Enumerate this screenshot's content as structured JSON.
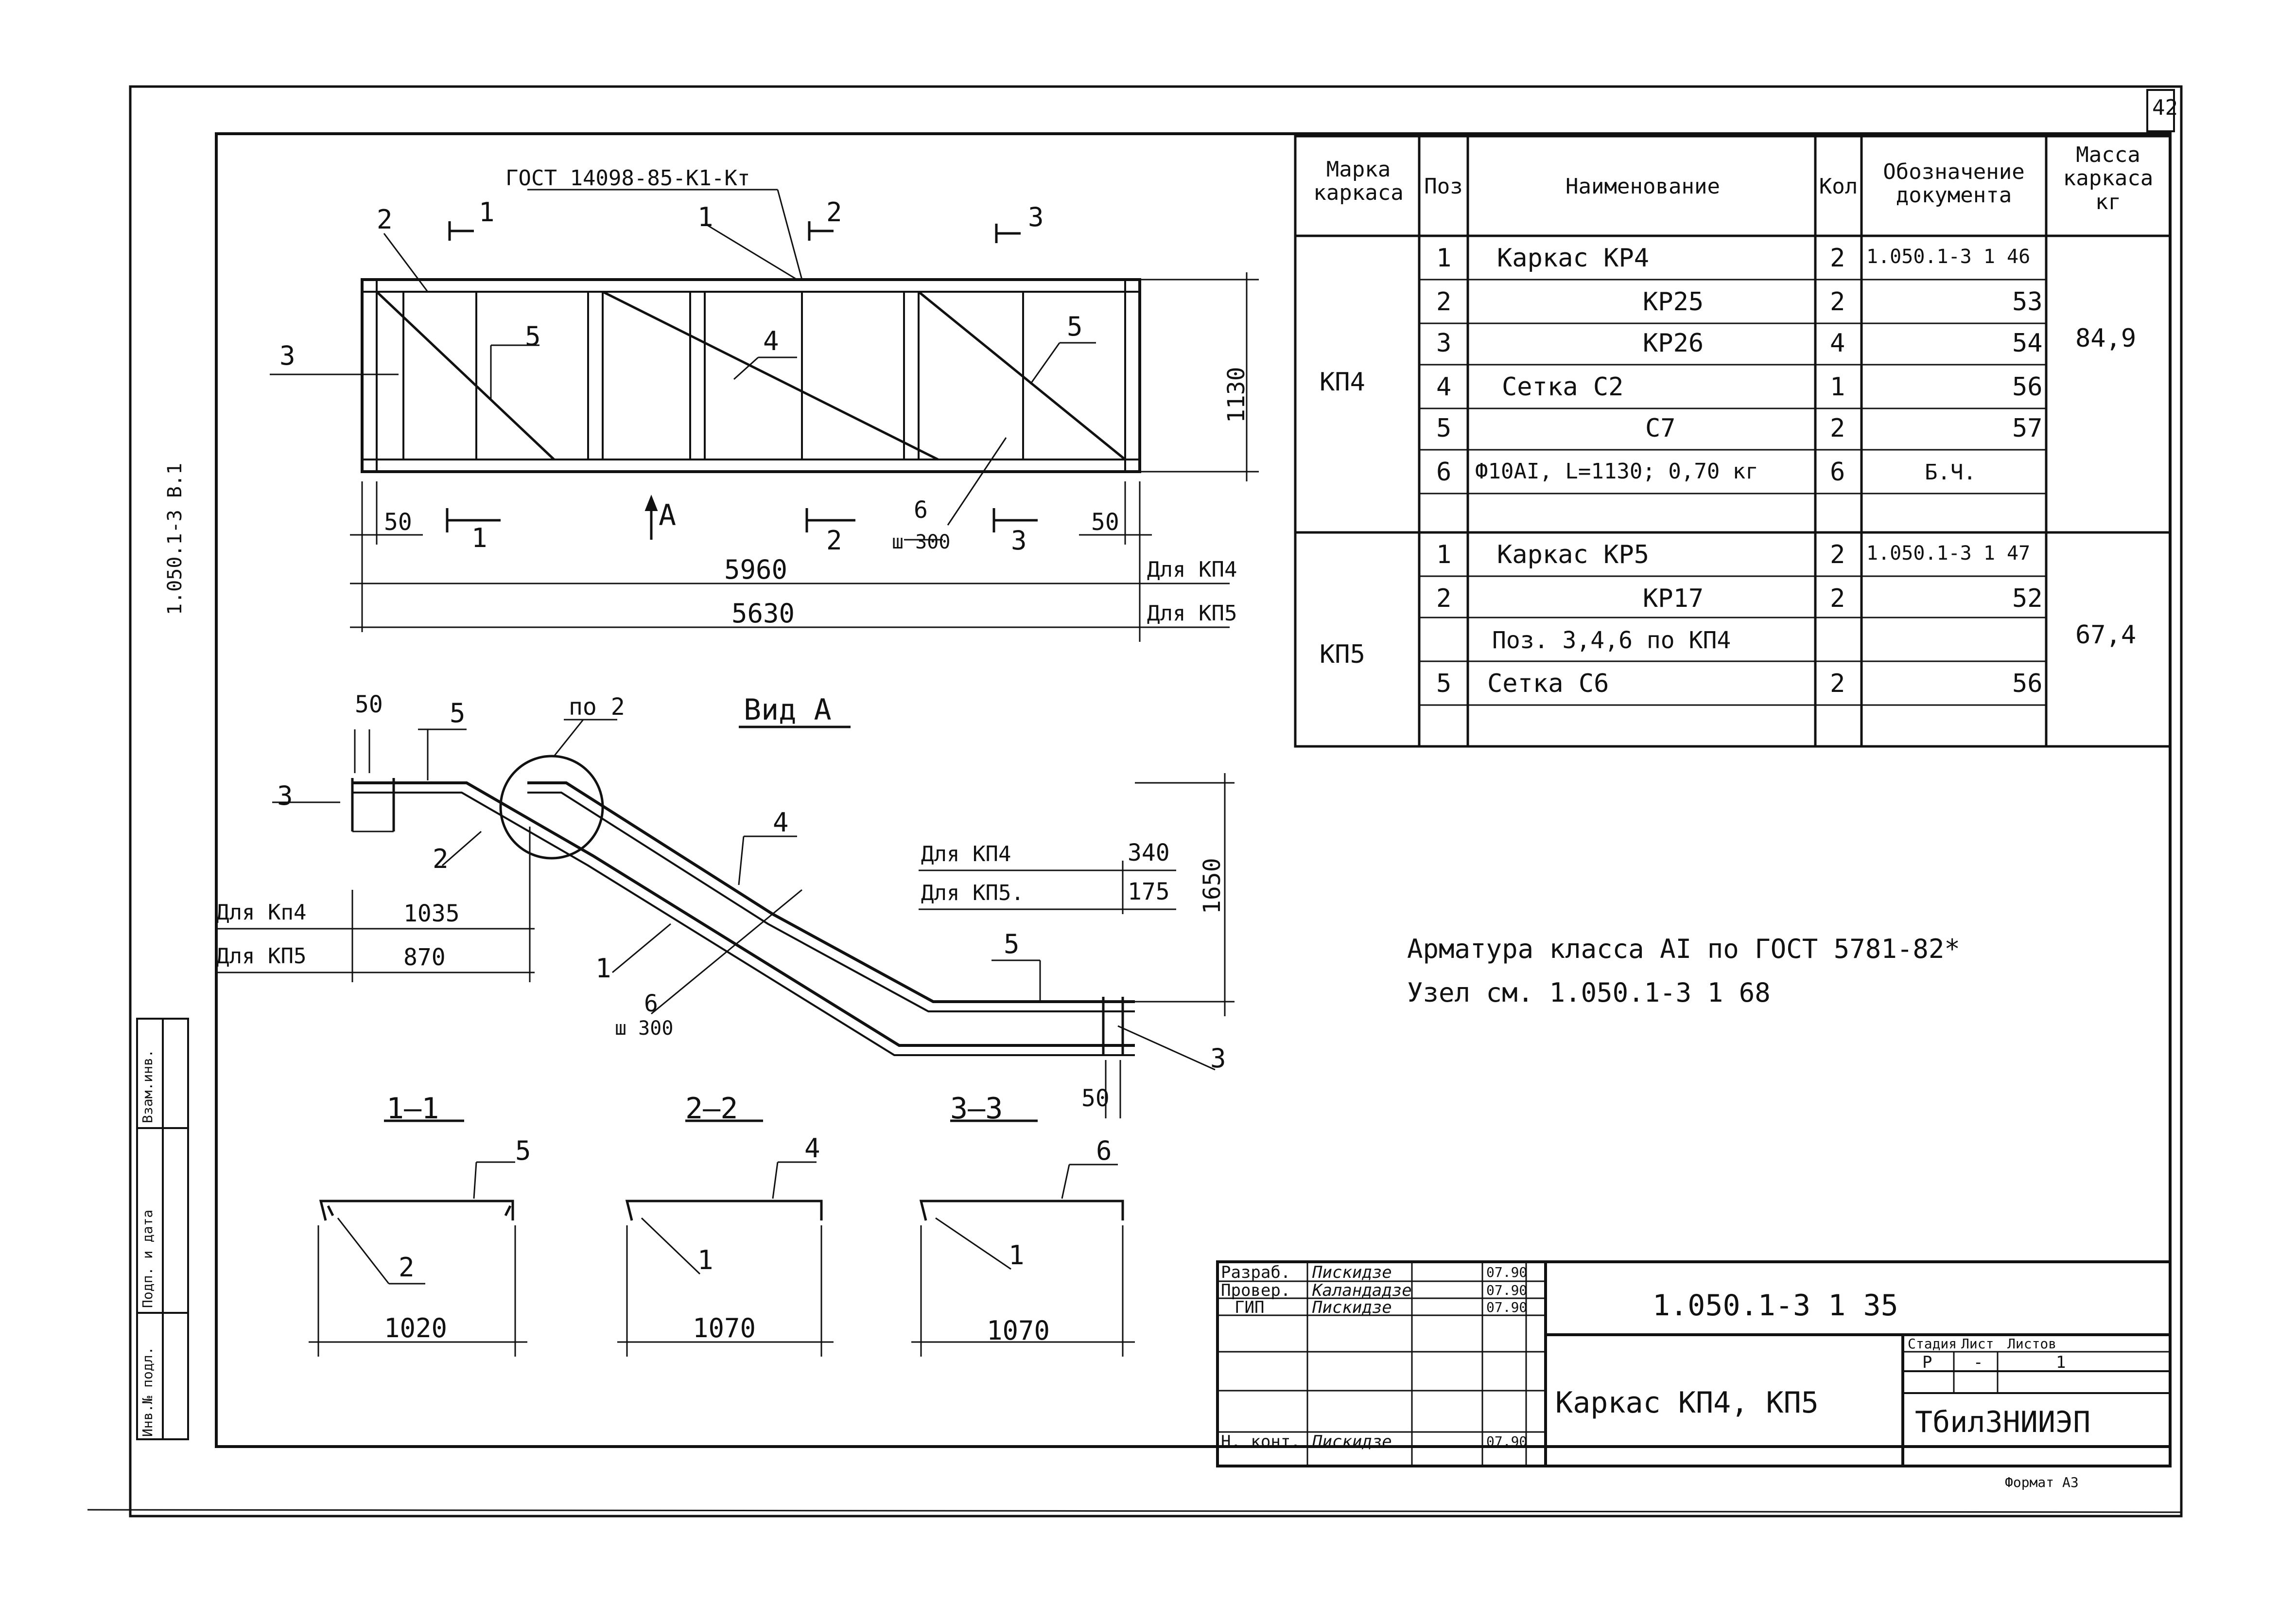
{
  "sheet_number": "42",
  "side_code": "1.050.1-3 В.1",
  "standard_ref": "ГОСТ 14098-85-К1-Кт",
  "side_stamp": [
    "Взам.инв.",
    "Подп. и дата",
    "Инв.№ подл."
  ],
  "plan": {
    "positions": [
      "1",
      "2",
      "3",
      "4",
      "5",
      "5",
      "6"
    ],
    "section_marks": [
      "1",
      "1",
      "2",
      "2",
      "3",
      "3"
    ],
    "view_arrow": "А",
    "height_dim": "1130",
    "pitch_label": "ш 300",
    "dim_left": "50",
    "dim_right": "50",
    "length_kp4": "5960",
    "length_kp5": "5630",
    "for_kp4": "Для КП4",
    "for_kp5": "Для КП5"
  },
  "view_a": {
    "title": "Вид А",
    "node_label": "по 2",
    "dim_top": "50",
    "dim_bottom": "50",
    "positions": [
      "1",
      "2",
      "3",
      "3",
      "4",
      "5",
      "5",
      "6"
    ],
    "pitch_label": "ш 300",
    "height_dim": "1650",
    "left_kp4_label": "Для Кп4",
    "left_kp4_value": "1035",
    "left_kp5_label": "Для КП5",
    "left_kp5_value": "870",
    "right_kp4_label": "Для КП4",
    "right_kp4_value": "340",
    "right_kp5_label": "Для КП5.",
    "right_kp5_value": "175"
  },
  "sections": [
    {
      "title": "1—1",
      "top_pos": "5",
      "bottom_pos": "2",
      "width": "1020"
    },
    {
      "title": "2—2",
      "top_pos": "4",
      "bottom_pos": "1",
      "width": "1070"
    },
    {
      "title": "3—3",
      "top_pos": "6",
      "bottom_pos": "1",
      "width": "1070"
    }
  ],
  "spec_table": {
    "headers": [
      "Марка каркаса",
      "Поз",
      "Наименование",
      "Кол",
      "Обозначение документа",
      "Масса каркаса кг"
    ],
    "groups": [
      {
        "mark": "КП4",
        "mass": "84,9",
        "rows": [
          {
            "pos": "1",
            "name": "Каркас  КР4",
            "qty": "2",
            "doc": "1.050.1-3 1 46"
          },
          {
            "pos": "2",
            "name": "КР25",
            "qty": "2",
            "doc": "53"
          },
          {
            "pos": "3",
            "name": "КР26",
            "qty": "4",
            "doc": "54"
          },
          {
            "pos": "4",
            "name": "Сетка   С2",
            "qty": "1",
            "doc": "56"
          },
          {
            "pos": "5",
            "name": "С7",
            "qty": "2",
            "doc": "57"
          },
          {
            "pos": "6",
            "name": "Ф10АI, L=1130; 0,70 кг",
            "qty": "6",
            "doc": "Б.Ч."
          }
        ]
      },
      {
        "mark": "КП5",
        "mass": "67,4",
        "rows": [
          {
            "pos": "1",
            "name": "Каркас  КР5",
            "qty": "2",
            "doc": "1.050.1-3 1 47"
          },
          {
            "pos": "2",
            "name": "КР17",
            "qty": "2",
            "doc": "52"
          },
          {
            "pos": "",
            "name": "Поз. 3,4,6 по КП4",
            "qty": "",
            "doc": ""
          },
          {
            "pos": "5",
            "name": "Сетка   С6",
            "qty": "2",
            "doc": "56"
          }
        ]
      }
    ]
  },
  "notes": [
    "Арматура класса АI по ГОСТ 5781-82*",
    "Узел см. 1.050.1-3 1 68"
  ],
  "title_block": {
    "staff": [
      {
        "role": "Разраб.",
        "name": "Пискидзе",
        "date": "07.90"
      },
      {
        "role": "Провер.",
        "name": "Каландадзе",
        "date": "07.90"
      },
      {
        "role": "ГИП",
        "name": "Пискидзе",
        "date": "07.90"
      },
      {
        "role": "",
        "name": "",
        "date": ""
      },
      {
        "role": "",
        "name": "",
        "date": ""
      },
      {
        "role": "Н. конт.",
        "name": "Пискидзе",
        "date": "07.90"
      }
    ],
    "doc_code": "1.050.1-3  1  35",
    "title": "Каркас  КП4, КП5",
    "stage_label": "Стадия",
    "sheet_label": "Лист",
    "sheets_label": "Листов",
    "stage": "Р",
    "sheet": "-",
    "sheets": "1",
    "org": "ТбилЗНИИЭП",
    "format": "Формат А3"
  }
}
